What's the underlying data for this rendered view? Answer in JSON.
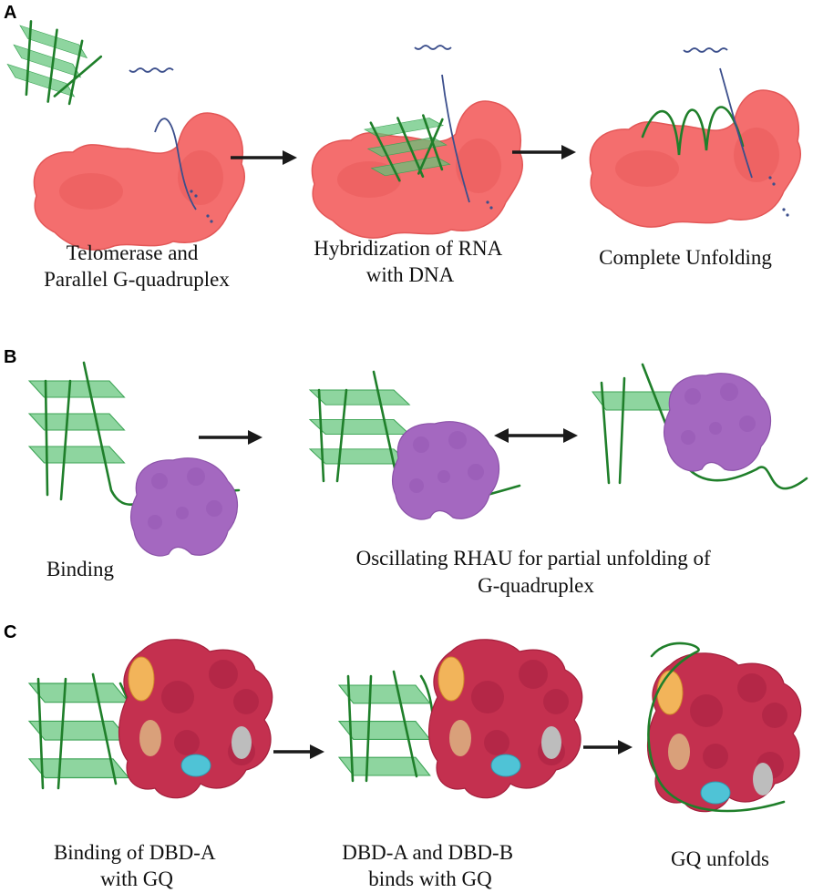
{
  "panels": {
    "A": {
      "letter": "A",
      "captions": [
        [
          "Telomerase and",
          "Parallel G-quadruplex"
        ],
        [
          "Hybridization of RNA",
          "with DNA"
        ],
        [
          "Complete Unfolding"
        ]
      ]
    },
    "B": {
      "letter": "B",
      "captions": [
        [
          "Binding"
        ],
        [
          "Oscillating RHAU for partial unfolding of",
          "G-quadruplex"
        ]
      ]
    },
    "C": {
      "letter": "C",
      "captions": [
        [
          "Binding of DBD-A",
          "with GQ"
        ],
        [
          "DBD-A and DBD-B",
          "binds with GQ"
        ],
        [
          "GQ unfolds"
        ]
      ]
    }
  },
  "colors": {
    "telomerase": "#f46e6e",
    "gquadruplex_sheet": "#62c57a",
    "gquadruplex_strand": "#1f7f2a",
    "rna_strand": "#3c4f8c",
    "rhau": "#a468c0",
    "rpa": "#c4304f",
    "dbd_a": "#f2b45a",
    "dbd_b": "#d9a07a",
    "dbd_cyan": "#4fc3d6",
    "dbd_grey": "#bdbdbd"
  }
}
